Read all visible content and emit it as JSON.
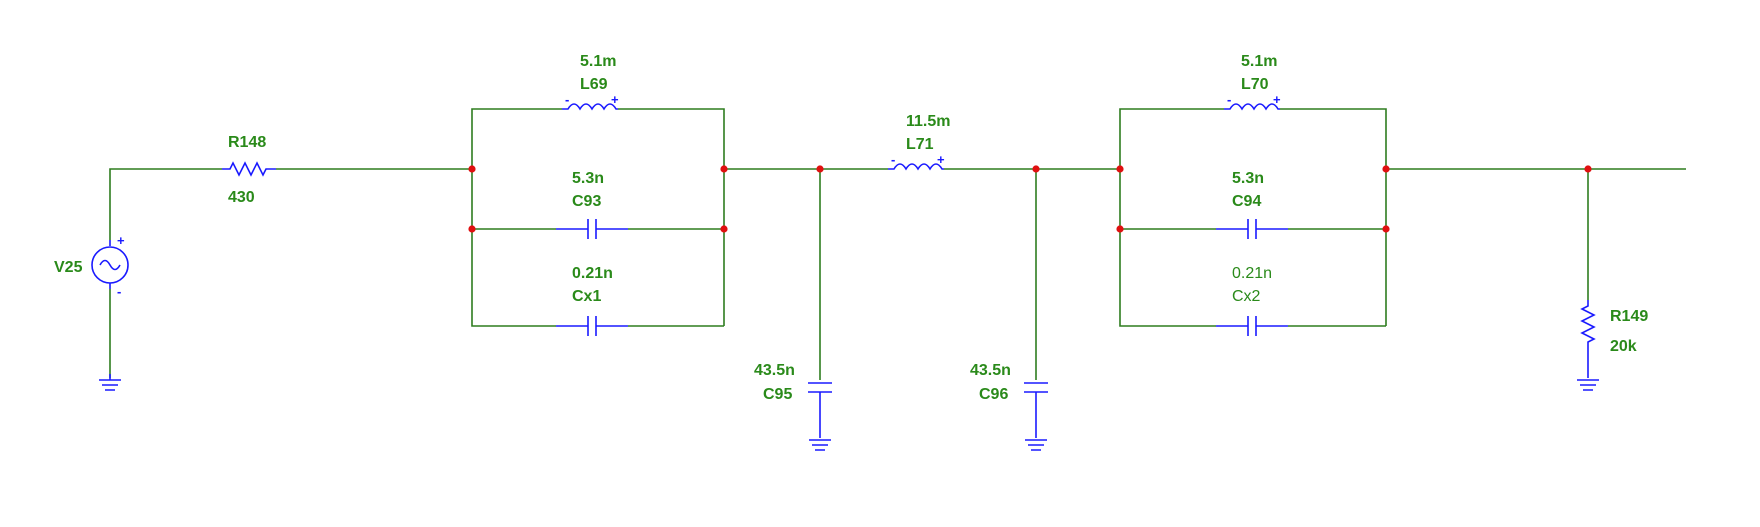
{
  "components": {
    "v25": {
      "name": "V25"
    },
    "r148": {
      "name": "R148",
      "value": "430"
    },
    "l69": {
      "name": "L69",
      "value": "5.1m"
    },
    "c93": {
      "name": "C93",
      "value": "5.3n"
    },
    "cx1": {
      "name": "Cx1",
      "value": "0.21n"
    },
    "c95": {
      "name": "C95",
      "value": "43.5n"
    },
    "l71": {
      "name": "L71",
      "value": "11.5m"
    },
    "c96": {
      "name": "C96",
      "value": "43.5n"
    },
    "l70": {
      "name": "L70",
      "value": "5.1m"
    },
    "c94": {
      "name": "C94",
      "value": "5.3n"
    },
    "cx2": {
      "name": "Cx2",
      "value": "0.21n"
    },
    "r149": {
      "name": "R149",
      "value": "20k"
    }
  },
  "polarity": {
    "plus": "+",
    "minus": "-"
  },
  "colors": {
    "wire": "#2e7d1f",
    "component": "#1a1aff",
    "node": "#e01010",
    "label": "#2a8a1a"
  }
}
